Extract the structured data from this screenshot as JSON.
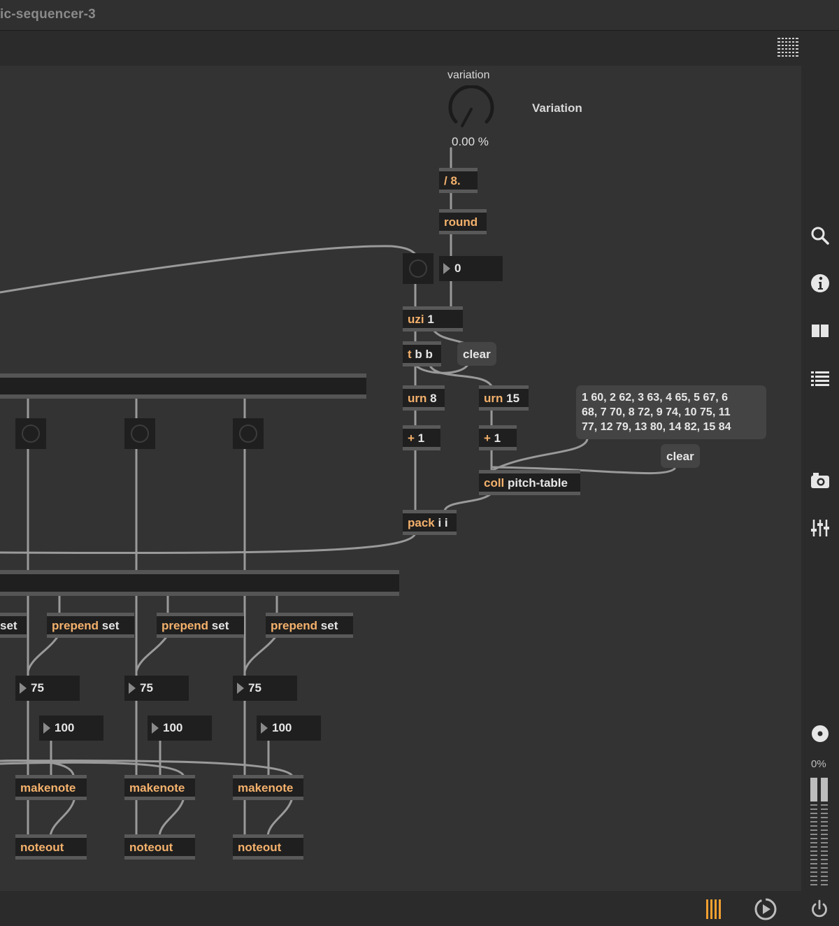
{
  "window": {
    "title": "ic-sequencer-3"
  },
  "dial": {
    "label": "variation",
    "value": "0.00 %",
    "comment": "Variation"
  },
  "objects": {
    "divide": "/ 8.",
    "round": "round",
    "number_0": "0",
    "uzi": {
      "name": "uzi",
      "arg": "1"
    },
    "tbb": {
      "name": "t",
      "arg": "b b"
    },
    "clear1": "clear",
    "urn8": {
      "name": "urn",
      "arg": "8"
    },
    "urn15": {
      "name": "urn",
      "arg": "15"
    },
    "plus1a": {
      "name": "+",
      "arg": "1"
    },
    "plus1b": {
      "name": "+",
      "arg": "1"
    },
    "coll": {
      "name": "coll",
      "arg": "pitch-table"
    },
    "pack": {
      "name": "pack",
      "arg": "i i"
    },
    "clear2": "clear",
    "coll_contents": "1 60, 2 62, 3 63, 4 65, 5 67, 6\n68, 7 70, 8 72, 9 74, 10 75, 11\n77, 12 79, 13 80, 14 82, 15 84",
    "prepend_partial": "set",
    "prepend": {
      "name": "prepend",
      "arg": "set"
    },
    "velocity": "75",
    "duration": "100",
    "makenote": "makenote",
    "noteout": "noteout"
  },
  "sidebar": {
    "cpu": "0%"
  },
  "icons": [
    "grid-icon",
    "search-icon",
    "info-icon",
    "split-view-icon",
    "list-icon",
    "snapshot-icon",
    "mixer-icon",
    "record-icon",
    "meter-icon",
    "metronome-icon",
    "transport-icon",
    "power-icon"
  ]
}
